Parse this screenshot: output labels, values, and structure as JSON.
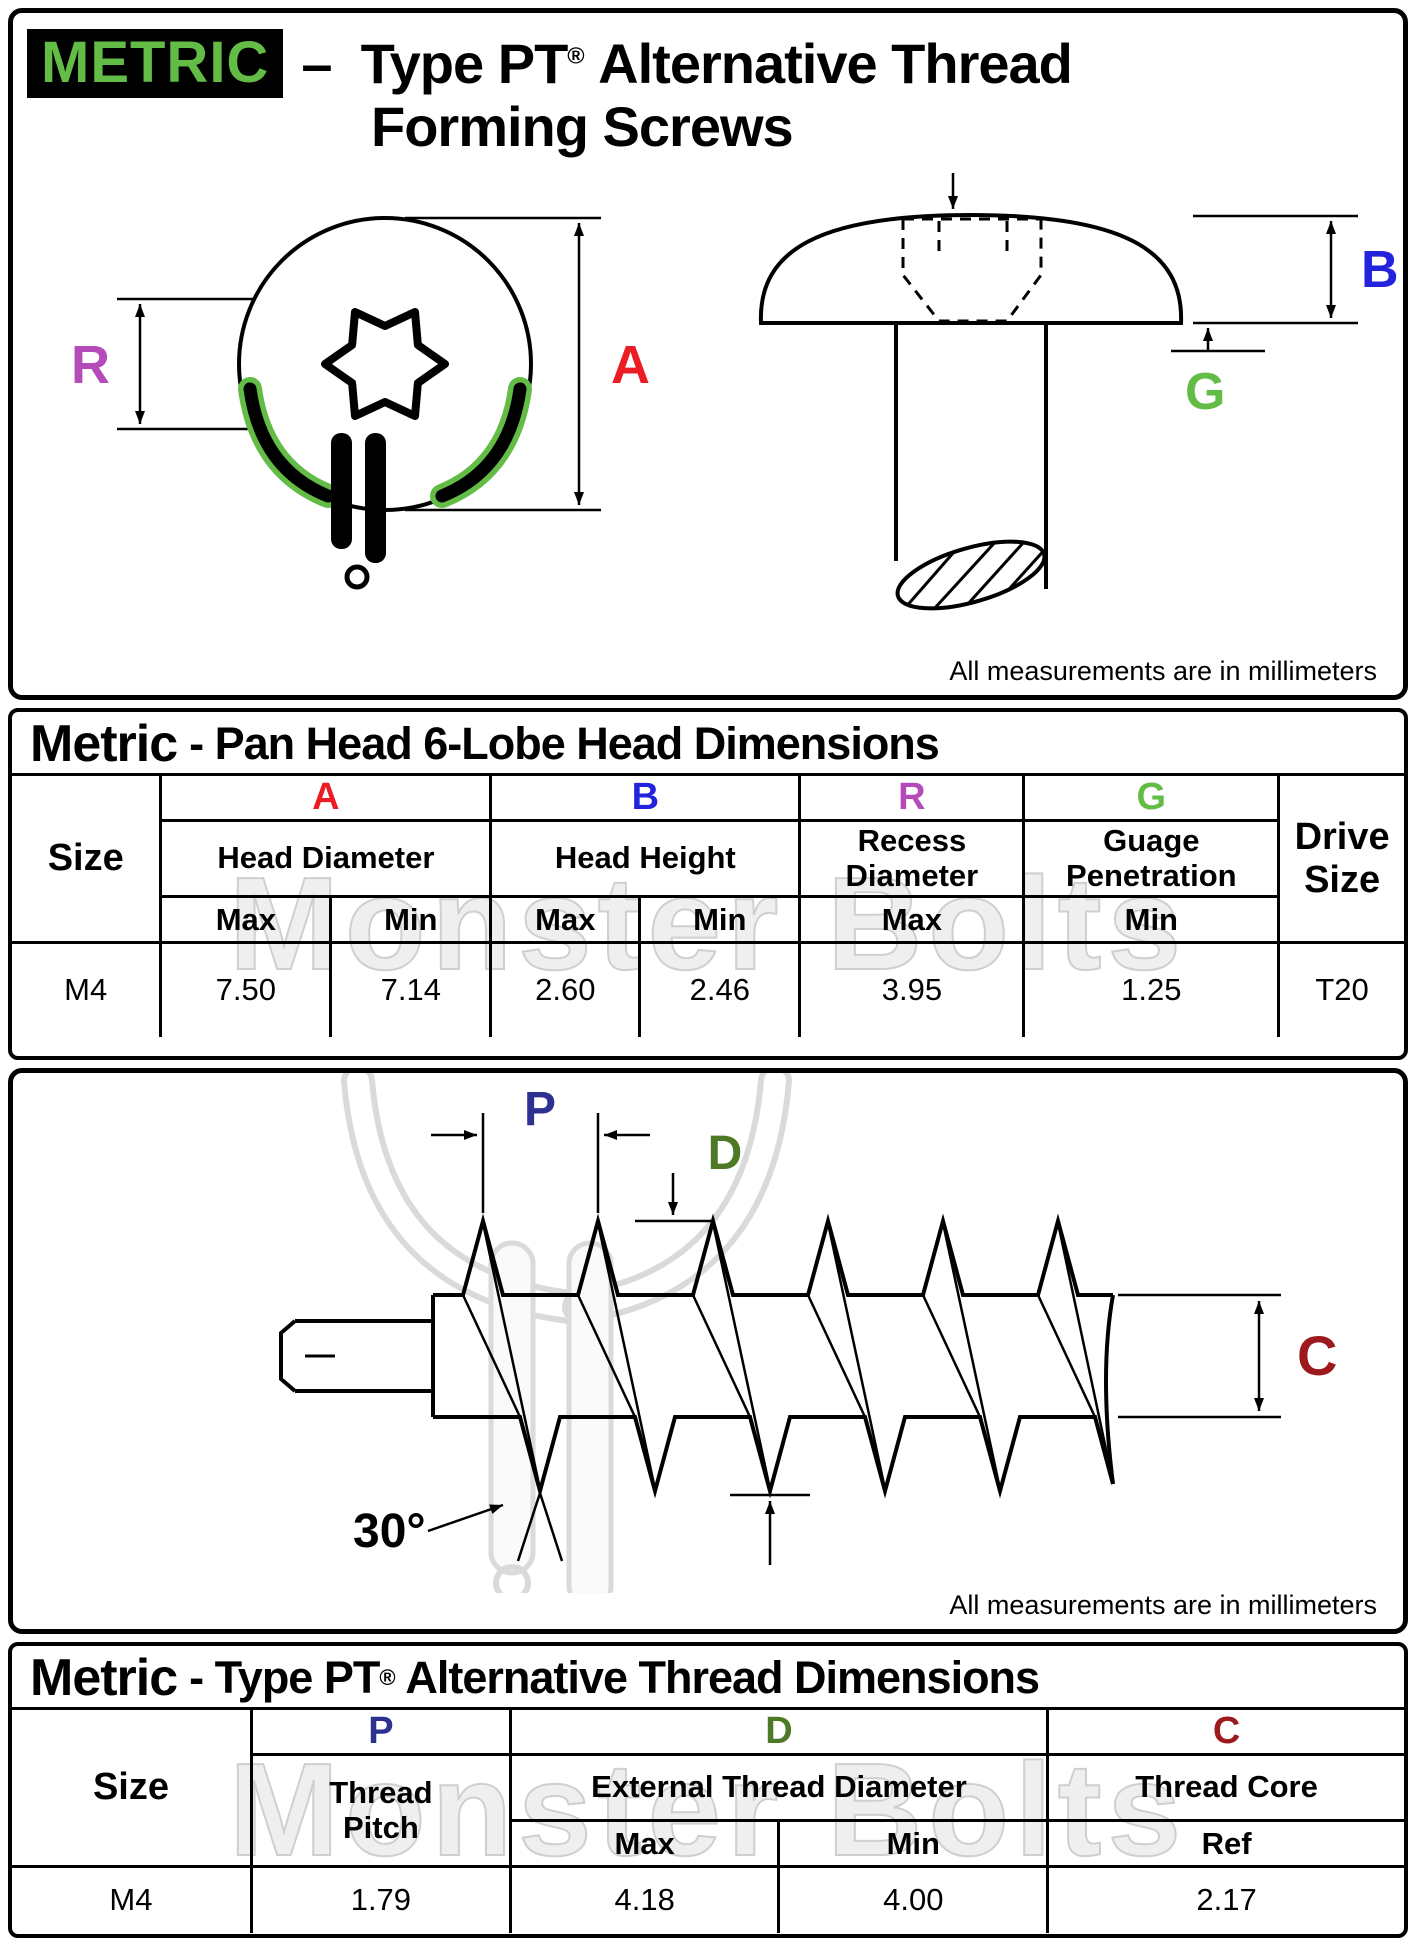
{
  "colors": {
    "green": "#62BC46",
    "red": "#EC1C24",
    "blue": "#2323DD",
    "magenta": "#B44BB8",
    "navy": "#2C3192",
    "dark_green": "#4E7A28",
    "dark_red": "#9C1A1D"
  },
  "header": {
    "badge": "METRIC",
    "dash": "–",
    "title_a": "Type PT",
    "reg": "®",
    "title_b": "Alternative Thread",
    "title_line2": "Forming Screws"
  },
  "notes": {
    "measurements": "All measurements are in millimeters"
  },
  "watermark": {
    "text": "Monster Bolts"
  },
  "head_diagram": {
    "label_r": "R",
    "label_a": "A",
    "label_b": "B",
    "label_g": "G"
  },
  "thread_diagram": {
    "label_p": "P",
    "label_d": "D",
    "label_c": "C",
    "angle": "30°"
  },
  "head_table": {
    "title_strong": "Metric",
    "title_rest": "- Pan Head 6-Lobe Head Dimensions",
    "col_size": "Size",
    "col_drive": "Drive Size",
    "letter_a": "A",
    "letter_b": "B",
    "letter_r": "R",
    "letter_g": "G",
    "group_a": "Head Diameter",
    "group_b": "Head Height",
    "group_r": "Recess Diameter",
    "group_g": "Guage Penetration",
    "sub": [
      "Max",
      "Min",
      "Max",
      "Min",
      "Max",
      "Min"
    ],
    "row": [
      "M4",
      "7.50",
      "7.14",
      "2.60",
      "2.46",
      "3.95",
      "1.25",
      "T20"
    ]
  },
  "thread_table": {
    "title_strong": "Metric",
    "title_mid": "- Type PT",
    "reg": "®",
    "title_rest": " Alternative Thread Dimensions",
    "col_size": "Size",
    "letter_p": "P",
    "letter_d": "D",
    "letter_c": "C",
    "group_p": "Thread Pitch",
    "group_d": "External Thread Diameter",
    "group_c": "Thread Core",
    "sub_max": "Max",
    "sub_min": "Min",
    "sub_ref": "Ref",
    "row": [
      "M4",
      "1.79",
      "4.18",
      "4.00",
      "2.17"
    ]
  }
}
